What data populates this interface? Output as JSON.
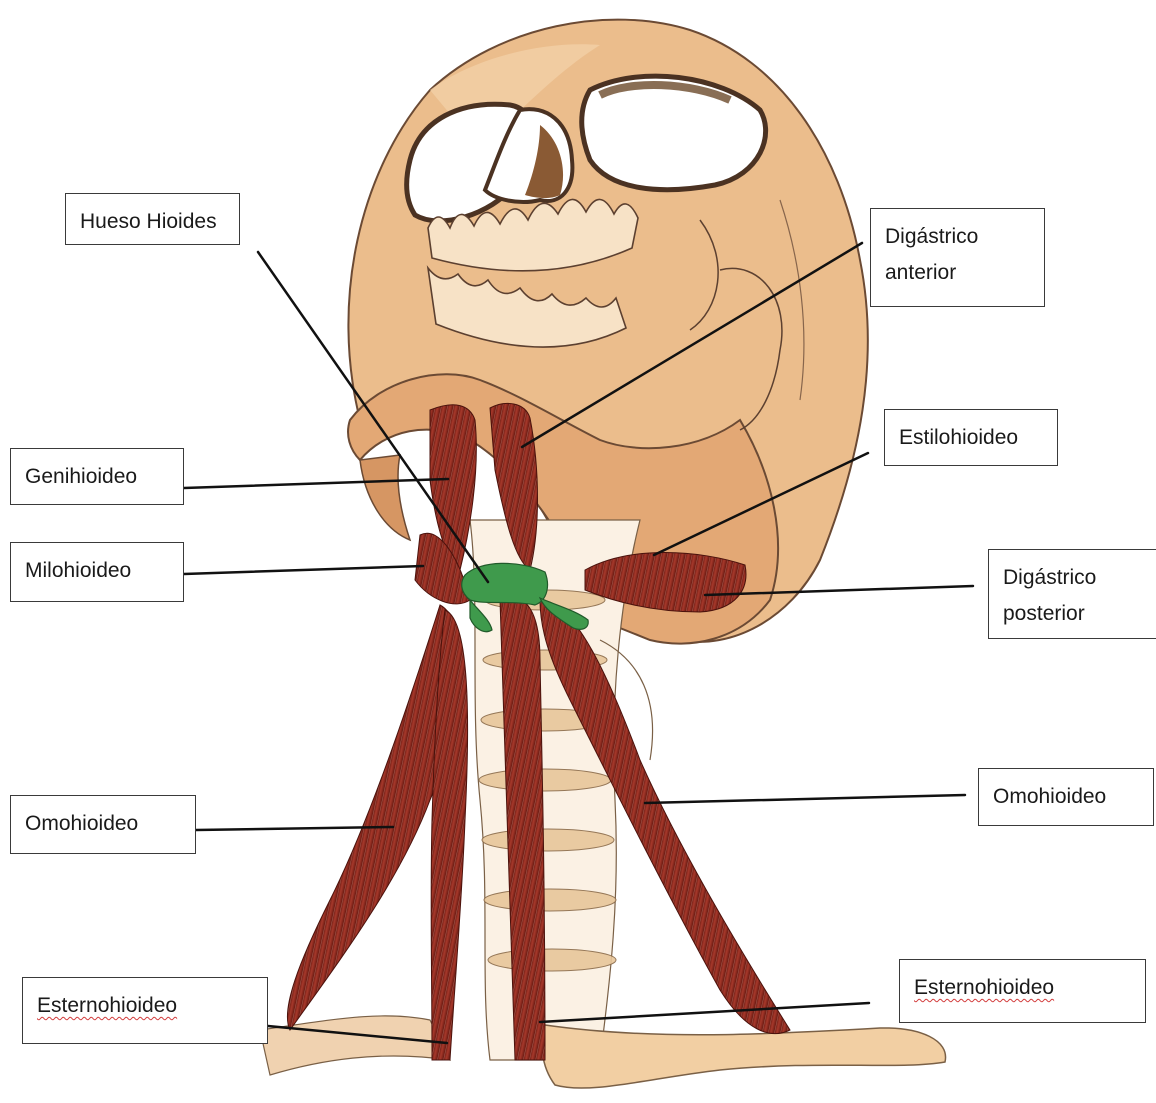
{
  "labels": {
    "hueso_hioides": "Hueso Hioides",
    "digastrico_anterior_l1": "Digástrico",
    "digastrico_anterior_l2": "anterior",
    "genihioideo": "Genihioideo",
    "estilohioideo": "Estilohioideo",
    "milohioideo": "Milohioideo",
    "digastrico_posterior_l1": "Digástrico",
    "digastrico_posterior_l2": "posterior",
    "omohioideo_left": "Omohioideo",
    "omohioideo_right": "Omohioideo",
    "esternohioideo_left": "Esternohioideo",
    "esternohioideo_right": "Esternohioideo"
  },
  "colors": {
    "bone": "#e9b889",
    "bone_shadow": "#c98a58",
    "muscle": "#8e2a1f",
    "muscle_dark": "#5e1710",
    "hyoid": "#3f9a4c",
    "leader_line": "#111111"
  }
}
